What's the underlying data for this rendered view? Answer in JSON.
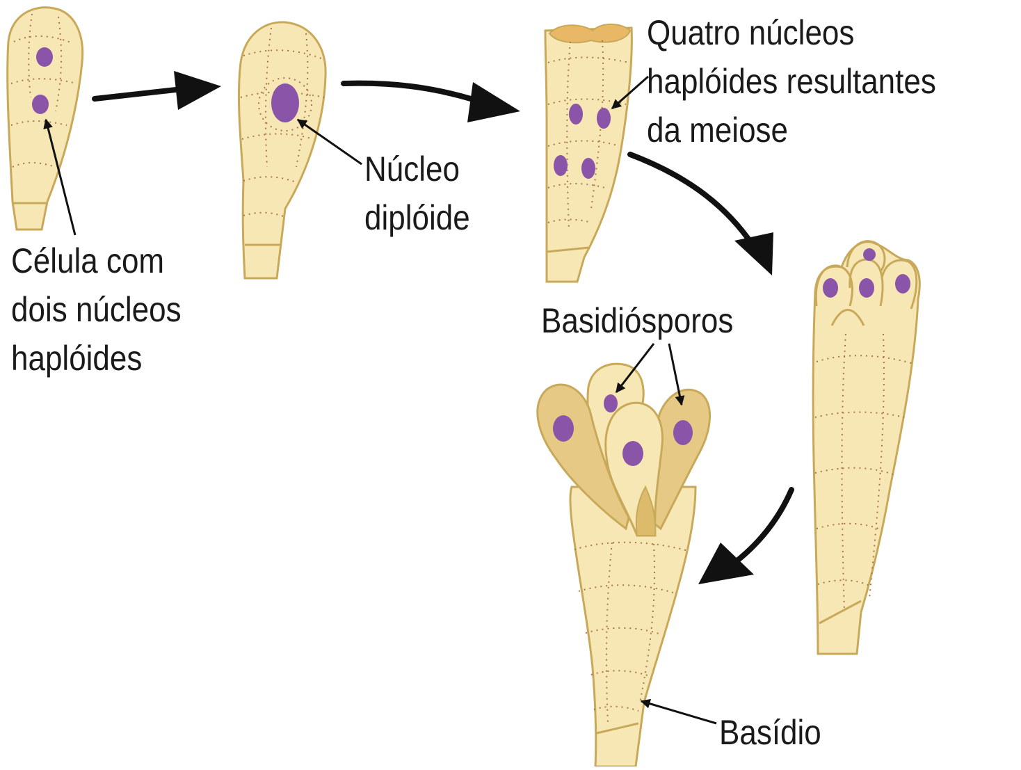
{
  "labels": {
    "celula": [
      "Célula com",
      "dois núcleos",
      "haplóides"
    ],
    "nucleo_diploide": [
      "Núcleo",
      "diplóide"
    ],
    "quatro_nucleos": [
      "Quatro núcleos",
      "haplóides resultantes",
      "da meiose"
    ],
    "basidiosporos": "Basidiósporos",
    "basidio": "Basídio"
  },
  "colors": {
    "cell_fill": "#f7e7b4",
    "cell_outline": "#c8a95a",
    "cell_dots": "#a9764a",
    "nucleus": "#8a55a8",
    "spore_shade": "#dcbc6c",
    "cap": "#e9b867",
    "arrow": "#111111"
  }
}
